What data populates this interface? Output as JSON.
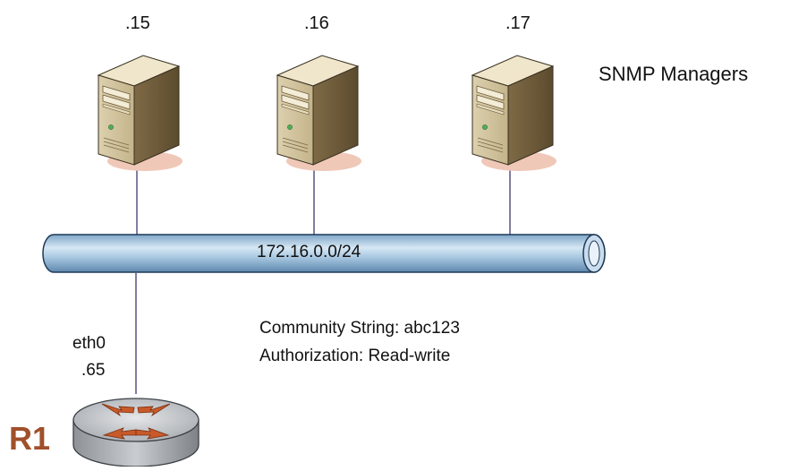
{
  "managers": [
    {
      "ip": ".15"
    },
    {
      "ip": ".16"
    },
    {
      "ip": ".17"
    }
  ],
  "managers_label": "SNMP Managers",
  "network": {
    "subnet": "172.16.0.0/24"
  },
  "config": {
    "community_line": "Community String: abc123",
    "authorization_line": "Authorization: Read-write"
  },
  "router": {
    "name": "R1",
    "interface": "eth0",
    "ip": ".65"
  },
  "colors": {
    "server_body": "#C9BB94",
    "server_shadow": "#F0C8B8",
    "pipe": "#A6C6E0",
    "router_top": "#BFC3C8",
    "router_arrows": "#C85A2A",
    "router_label": "#A0502A"
  },
  "icons": [
    "server-icon",
    "network-segment",
    "router-icon"
  ]
}
